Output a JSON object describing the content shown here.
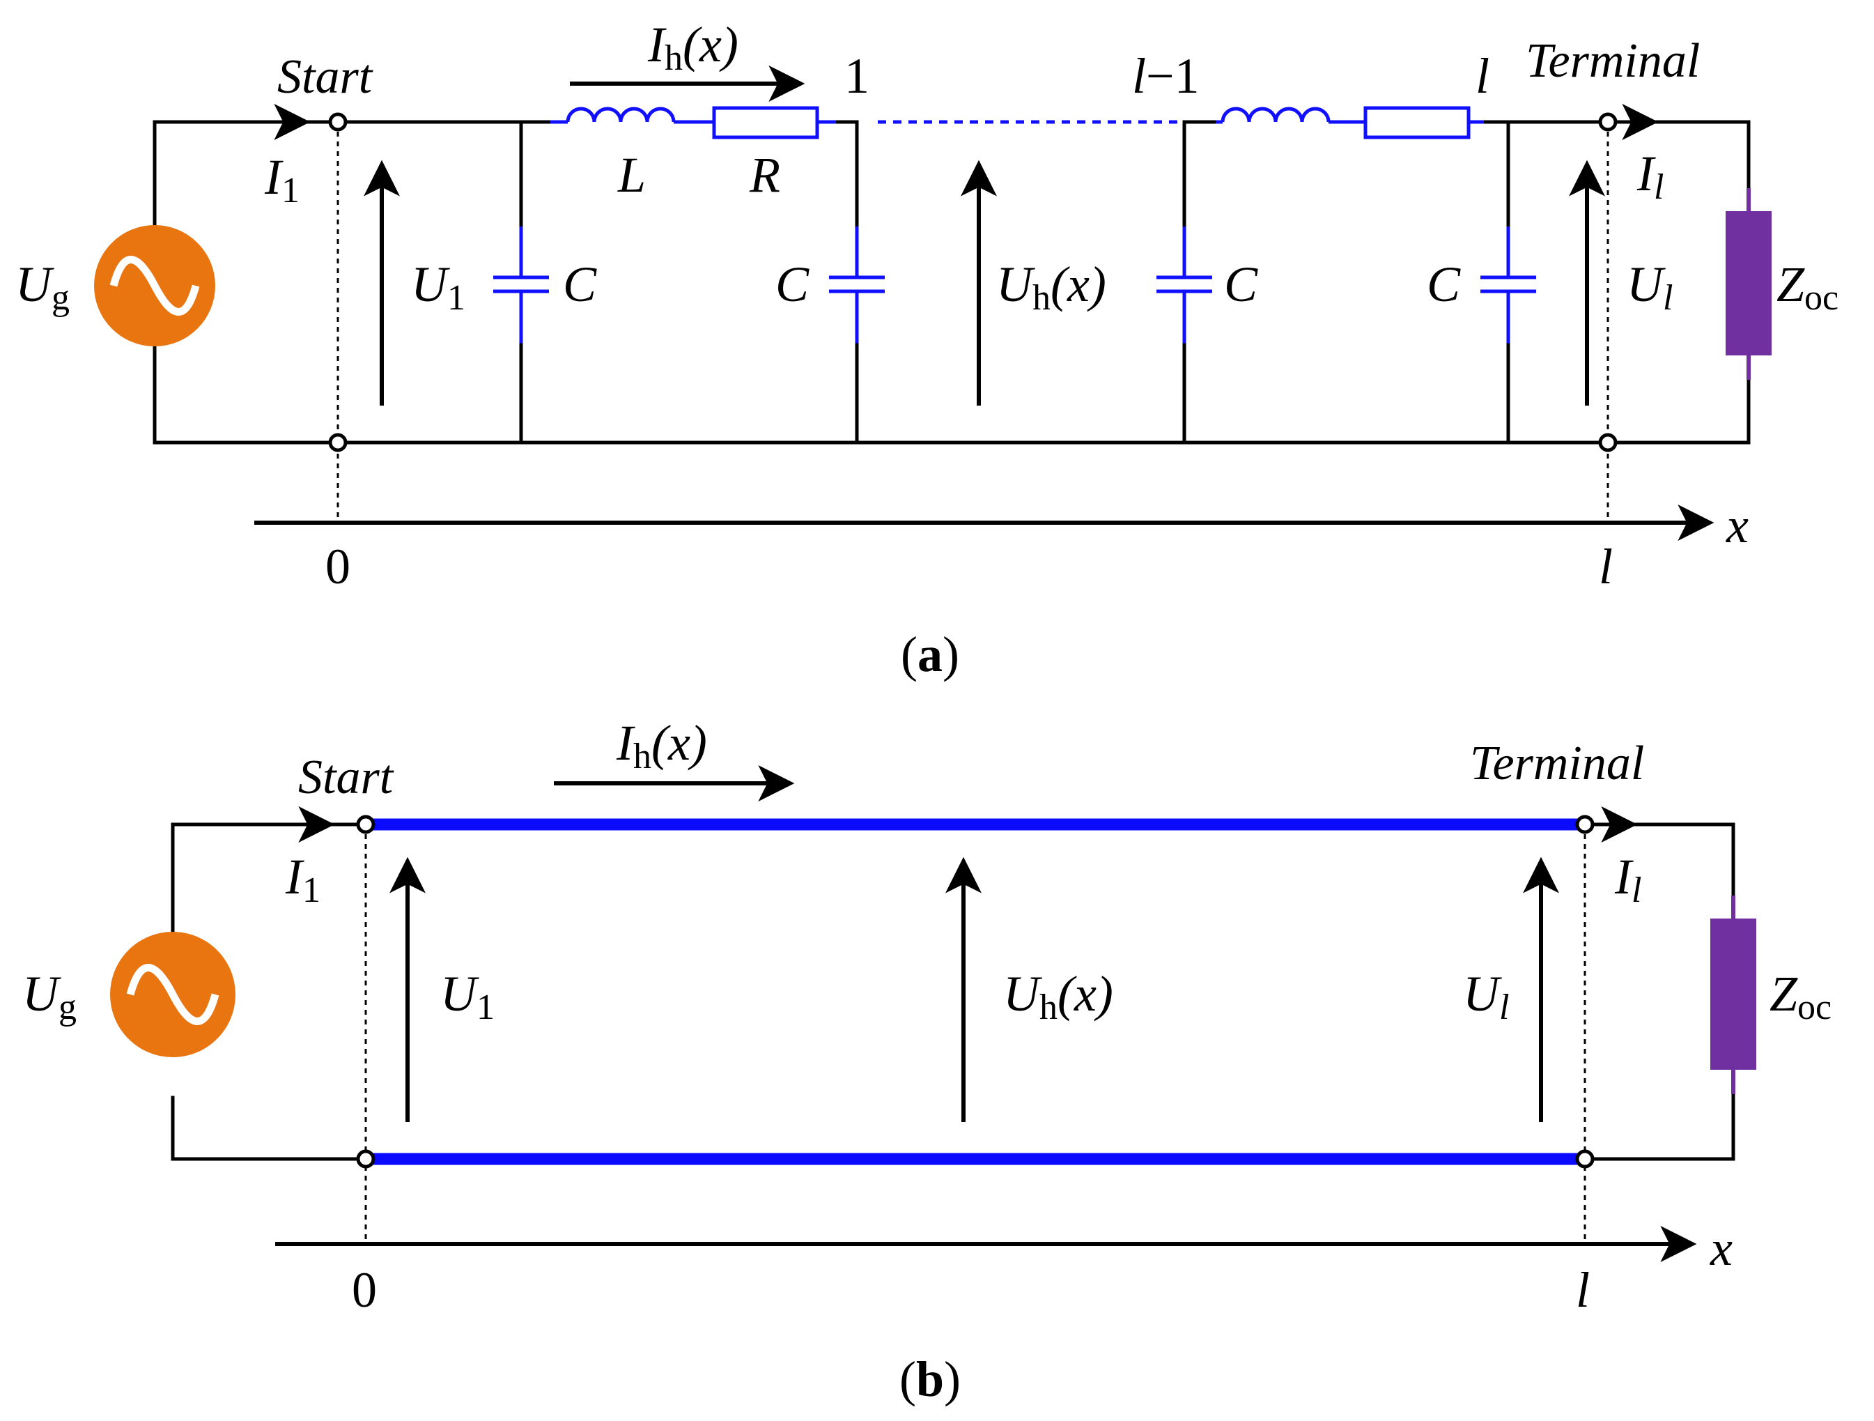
{
  "colors": {
    "wire": "#000000",
    "line_element": "#1010ff",
    "source": "#e87510",
    "load": "#7030a0"
  },
  "icons": {
    "source": "ac-source-icon",
    "load": "impedance-icon"
  },
  "panel_a": {
    "caption_letter": "a",
    "start": "Start",
    "terminal": "Terminal",
    "source": {
      "main": "U",
      "sub": "g"
    },
    "load": {
      "main": "Z",
      "sub": "oc"
    },
    "i_start": {
      "main": "I",
      "sub": "1"
    },
    "i_end": {
      "main": "I",
      "sub": "l"
    },
    "i_line": {
      "main": "I",
      "sub": "h",
      "arg": "(x)"
    },
    "u_start": {
      "main": "U",
      "sub": "1"
    },
    "u_line": {
      "main": "U",
      "sub": "h",
      "arg": "(x)"
    },
    "u_end": {
      "main": "U",
      "sub": "l"
    },
    "inductor": "L",
    "resistor": "R",
    "cap1": "C",
    "cap2": "C",
    "cap3": "C",
    "cap4": "C",
    "node_1": "1",
    "node_lminus1": {
      "l": "l",
      "rest": "−1"
    },
    "node_l": "l",
    "axis_label": "x",
    "axis_zero": "0",
    "axis_end": "l"
  },
  "panel_b": {
    "caption_letter": "b",
    "start": "Start",
    "terminal": "Terminal",
    "source": {
      "main": "U",
      "sub": "g"
    },
    "load": {
      "main": "Z",
      "sub": "oc"
    },
    "i_start": {
      "main": "I",
      "sub": "1"
    },
    "i_end": {
      "main": "I",
      "sub": "l"
    },
    "i_line": {
      "main": "I",
      "sub": "h",
      "arg": "(x)"
    },
    "u_start": {
      "main": "U",
      "sub": "1"
    },
    "u_line": {
      "main": "U",
      "sub": "h",
      "arg": "(x)"
    },
    "u_end": {
      "main": "U",
      "sub": "l"
    },
    "axis_label": "x",
    "axis_zero": "0",
    "axis_end": "l"
  }
}
